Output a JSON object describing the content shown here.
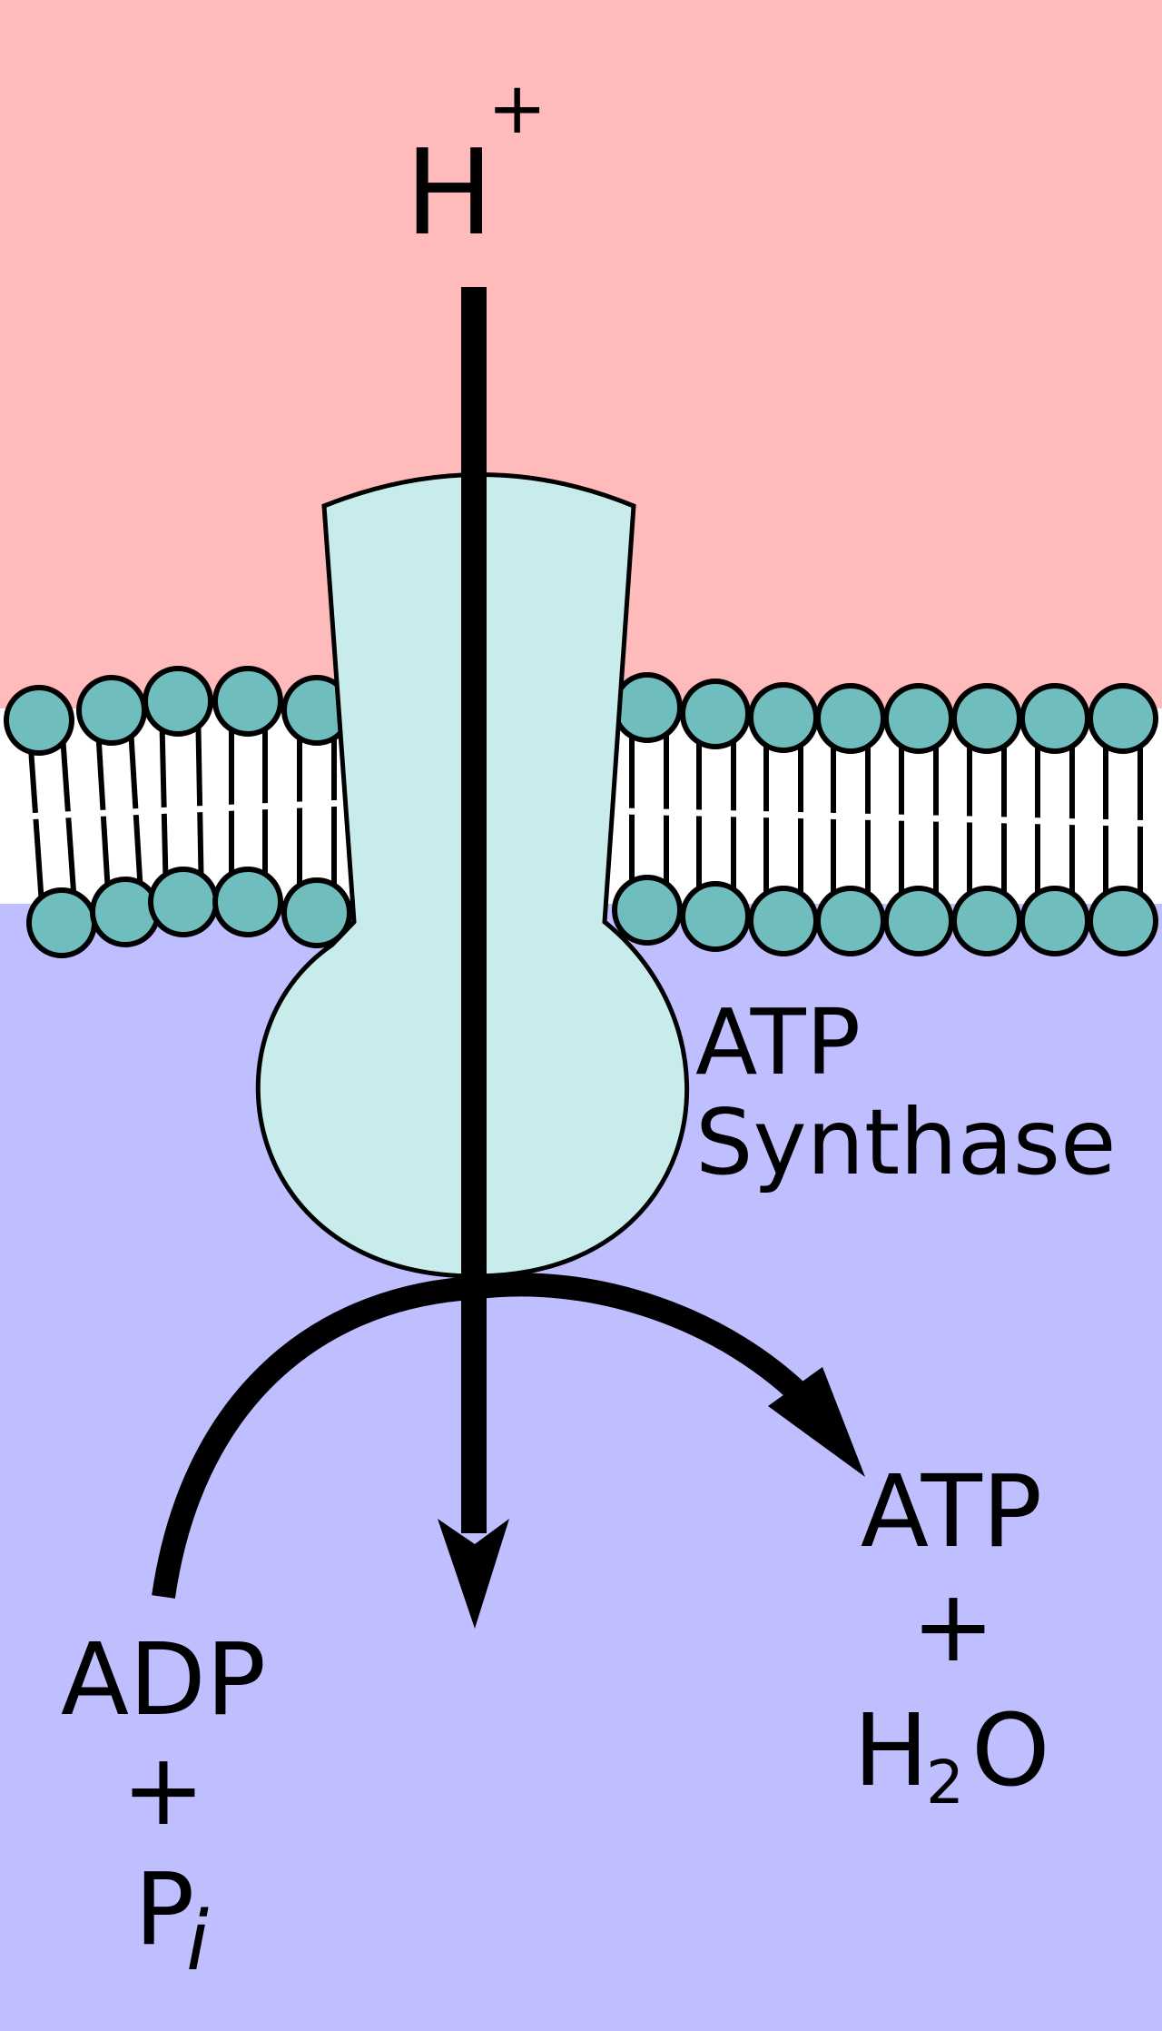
{
  "diagram": {
    "colors": {
      "outside": "#FFBBBB",
      "inside": "#BFBFFF",
      "membrane": "#FFFFFF",
      "lipid_head": "#6FBDBD",
      "enzyme": "#C8ECEC",
      "stroke": "#000000"
    },
    "ion": {
      "symbol": "H",
      "charge": "+"
    },
    "enzyme_label": {
      "line1": "ATP",
      "line2": "Synthase"
    },
    "reactants": {
      "line1": "ADP",
      "plus": "+",
      "phosphate": "P",
      "phosphate_sub": "i"
    },
    "products": {
      "line1": "ATP",
      "plus": "+",
      "water_h": "H",
      "water_sub": "2",
      "water_o": "O"
    },
    "icons": [
      "lipid-head-icon",
      "proton-flow-arrow-icon",
      "reaction-arrow-icon"
    ]
  }
}
